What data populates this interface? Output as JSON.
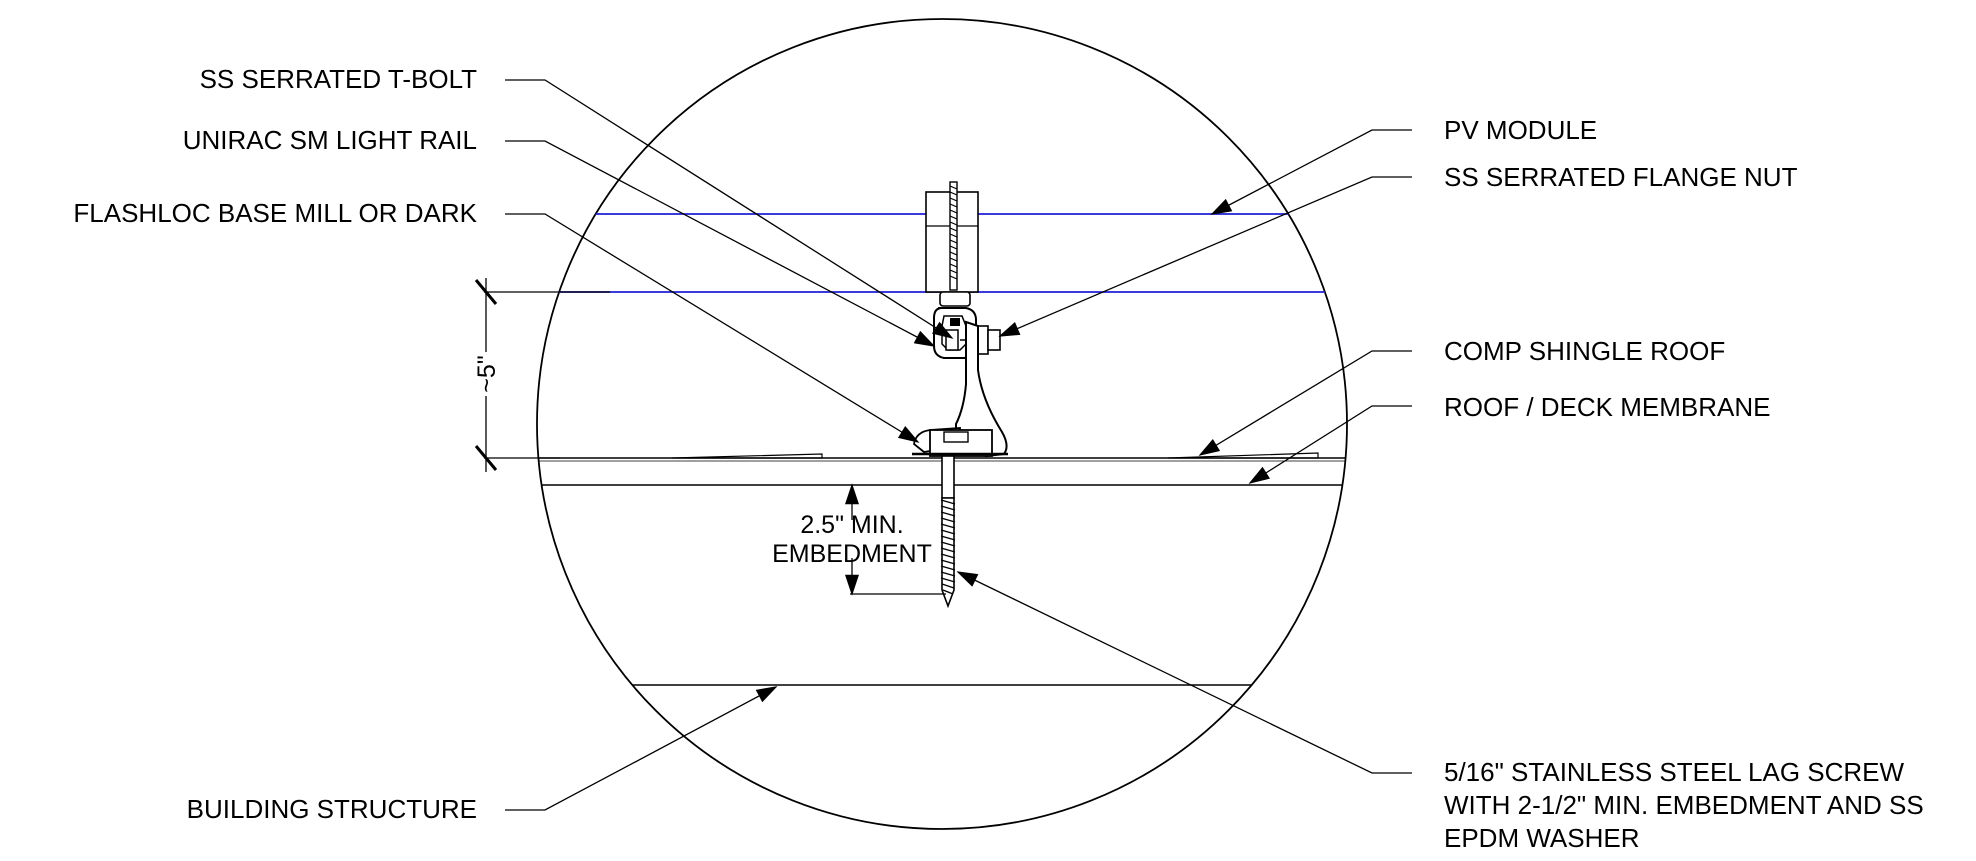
{
  "drawing": {
    "labels": {
      "ss_serrated_t_bolt": "SS SERRATED T-BOLT",
      "unirac_sm_light_rail": "UNIRAC SM LIGHT RAIL",
      "flashloc_base": "FLASHLOC BASE MILL OR DARK",
      "pv_module": "PV MODULE",
      "ss_serrated_flange_nut": "SS SERRATED FLANGE NUT",
      "comp_shingle_roof": "COMP SHINGLE ROOF",
      "roof_deck_membrane": "ROOF / DECK MEMBRANE",
      "building_structure": "BUILDING STRUCTURE",
      "lag_screw_line1": "5/16\" STAINLESS STEEL LAG SCREW",
      "lag_screw_line2": "WITH 2-1/2\" MIN. EMBEDMENT AND SS",
      "lag_screw_line3": "EPDM WASHER"
    },
    "dimensions": {
      "height": "~5\"",
      "embedment_line1": "2.5\" MIN.",
      "embedment_line2": "EMBEDMENT"
    },
    "colors": {
      "line": "#000000",
      "module_line": "#1f1fd6",
      "background": "#ffffff"
    }
  }
}
